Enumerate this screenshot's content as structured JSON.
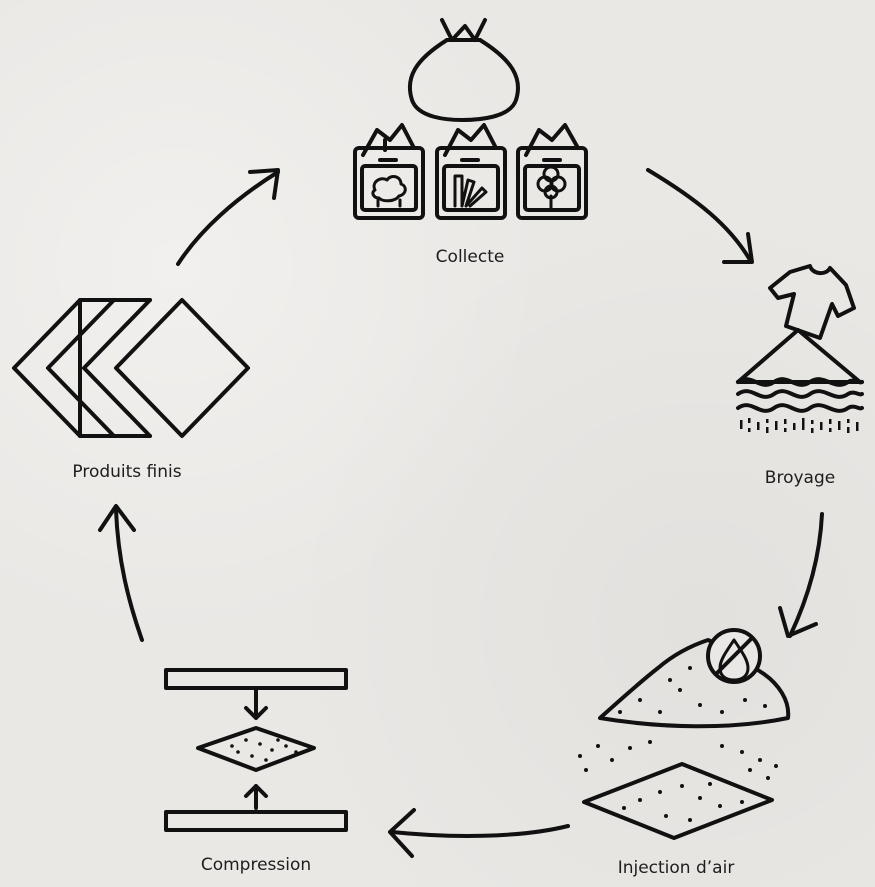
{
  "stages": [
    {
      "label": "Collecte",
      "icon": "collection-bins-icon"
    },
    {
      "label": "Broyage",
      "icon": "shredding-icon"
    },
    {
      "label": "Injection d’air",
      "icon": "air-injection-icon"
    },
    {
      "label": "Compression",
      "icon": "compression-icon"
    },
    {
      "label": "Produits finis",
      "icon": "finished-products-icon"
    }
  ],
  "colors": {
    "ink": "#111111",
    "background": "#eae8e5"
  }
}
